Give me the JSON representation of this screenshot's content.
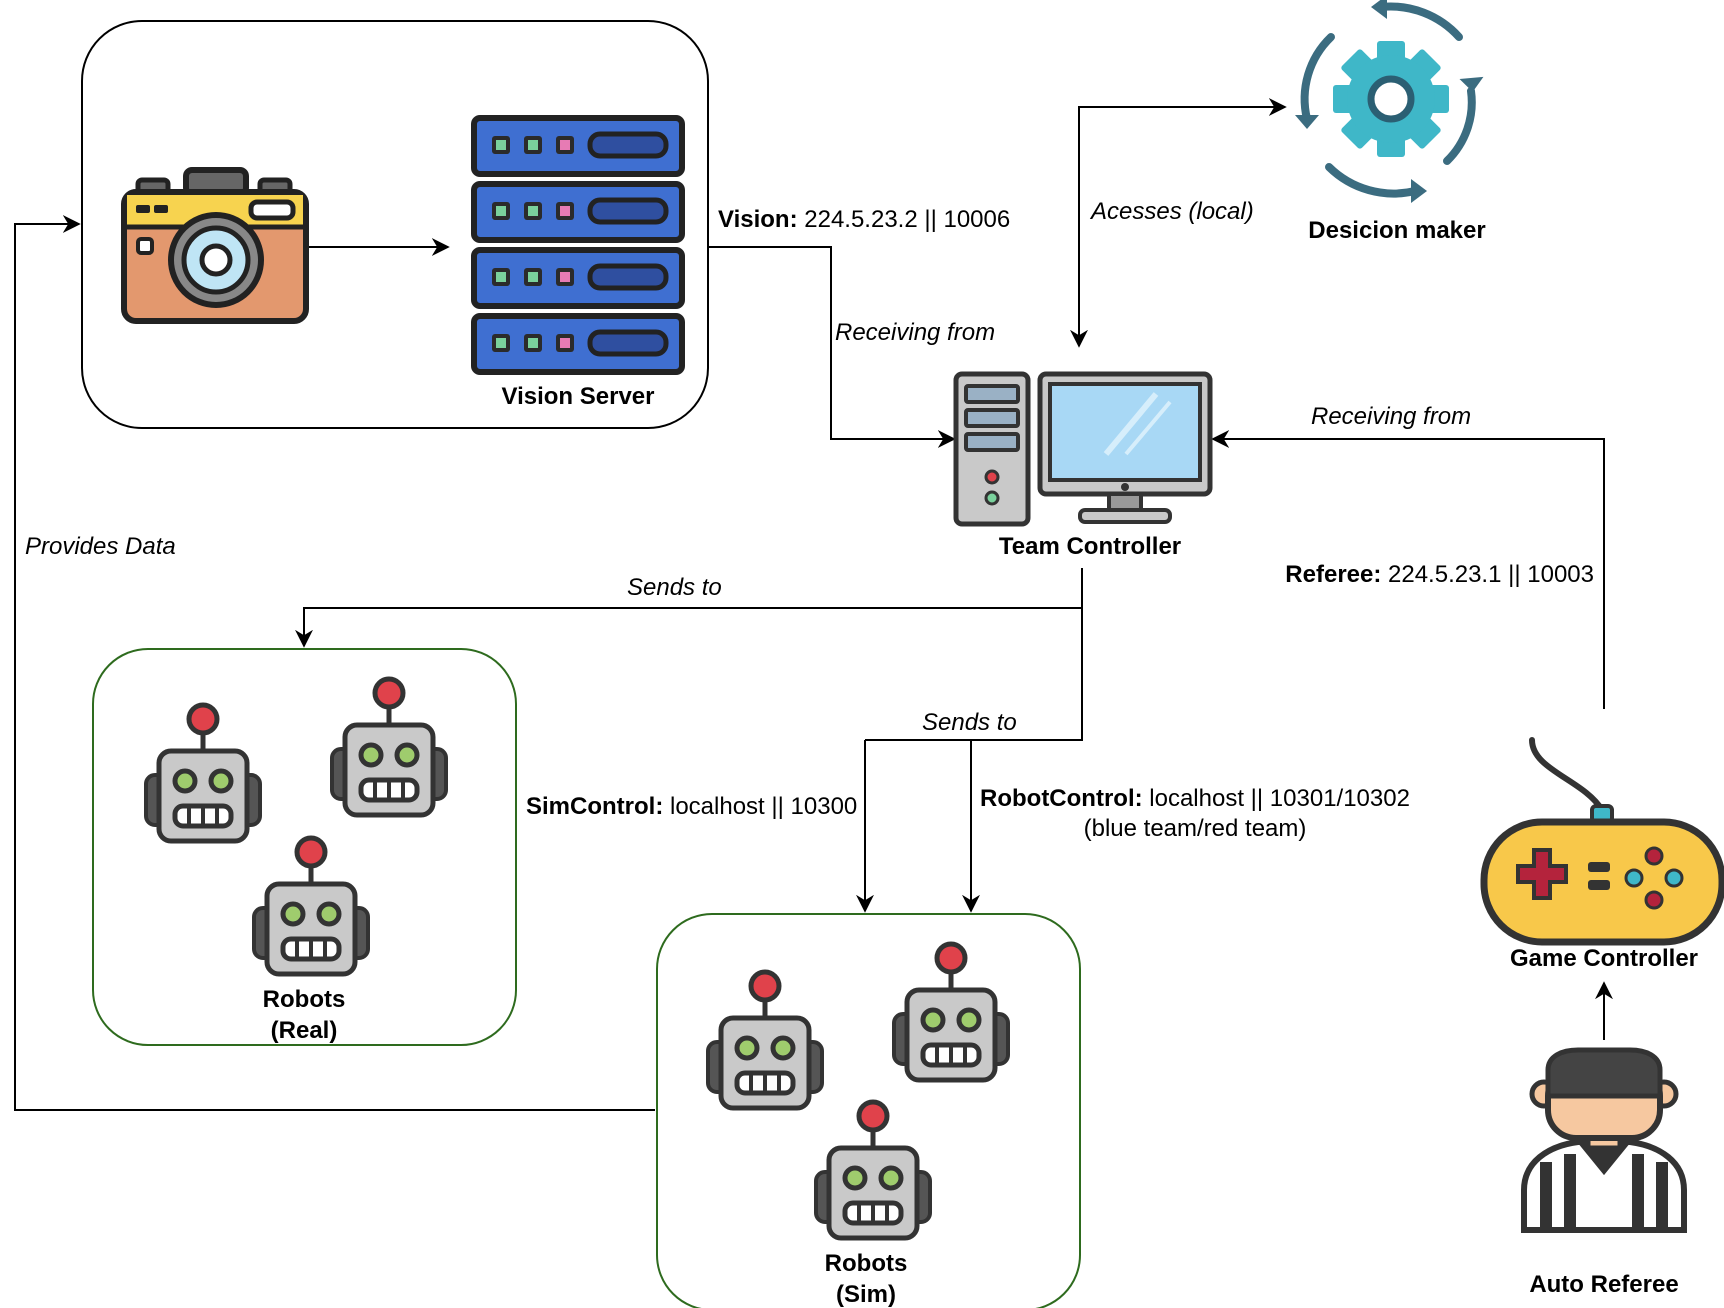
{
  "nodes": {
    "vision_server": "Vision Server",
    "decision_maker": "Desicion maker",
    "team_controller": "Team Controller",
    "robots_real": [
      "Robots",
      "(Real)"
    ],
    "robots_sim": [
      "Robots",
      "(Sim)"
    ],
    "game_controller": "Game Controller",
    "auto_referee": "Auto Referee"
  },
  "edges": {
    "vision": {
      "key": "Vision:",
      "value": " 224.5.23.2 || 10006",
      "action": "Receiving from"
    },
    "decision": {
      "action": "Acesses (local)"
    },
    "referee": {
      "key": "Referee:",
      "value": " 224.5.23.1 || 10003",
      "action": "Receiving from"
    },
    "real": {
      "action": "Sends to"
    },
    "sim": {
      "action": "Sends to"
    },
    "simcontrol": {
      "key": "SimControl:",
      "value": " localhost || 10300"
    },
    "robotcontrol": {
      "key": "RobotControl:",
      "value": " localhost || 10301/10302",
      "note": "(blue team/red team)"
    },
    "feedback": {
      "action": "Provides Data"
    }
  },
  "colors": {
    "line": "#000000",
    "group_border_dark": "#000000",
    "group_border_green": "#2e6b1e",
    "server_blue": "#3f6fd1",
    "gear_teal": "#3fb7c8",
    "camera_yellow": "#f7d34f",
    "camera_body": "#e3986e",
    "robot_gray": "#c9c9c9",
    "robot_antenna": "#e0424b",
    "controller_yellow": "#f8c84a",
    "controller_red": "#b4233c",
    "monitor_blue": "#a8d8f5"
  },
  "icons": {
    "camera": "camera-icon",
    "server": "server-rack-icon",
    "gear": "gear-cycle-icon",
    "computer": "desktop-computer-icon",
    "robot": "robot-icon",
    "gamepad": "gamepad-icon",
    "referee": "referee-person-icon"
  }
}
